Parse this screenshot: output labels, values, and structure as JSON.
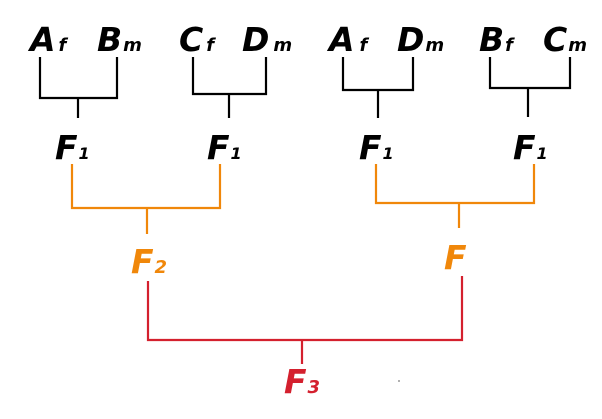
{
  "parents": [
    {
      "letter": "A",
      "sub": "f"
    },
    {
      "letter": "B",
      "sub": "m"
    },
    {
      "letter": "C",
      "sub": "f"
    },
    {
      "letter": "D",
      "sub": "m"
    },
    {
      "letter": "A",
      "sub": "f"
    },
    {
      "letter": "D",
      "sub": "m"
    },
    {
      "letter": "B",
      "sub": "f"
    },
    {
      "letter": "C",
      "sub": "m"
    }
  ],
  "f1_offspring": [
    {
      "letter": "F",
      "sub": "1"
    },
    {
      "letter": "F",
      "sub": "1"
    },
    {
      "letter": "F",
      "sub": "1"
    },
    {
      "letter": "F",
      "sub": "1"
    }
  ],
  "f2_offspring": [
    {
      "letter": "F",
      "sub": "2"
    },
    {
      "letter": "F",
      "sub": ""
    }
  ],
  "f3_offspring": {
    "letter": "F",
    "sub": "3"
  },
  "colors": {
    "generation_1": "#000000",
    "generation_2": "#f0870a",
    "generation_3": "#d4202e"
  }
}
